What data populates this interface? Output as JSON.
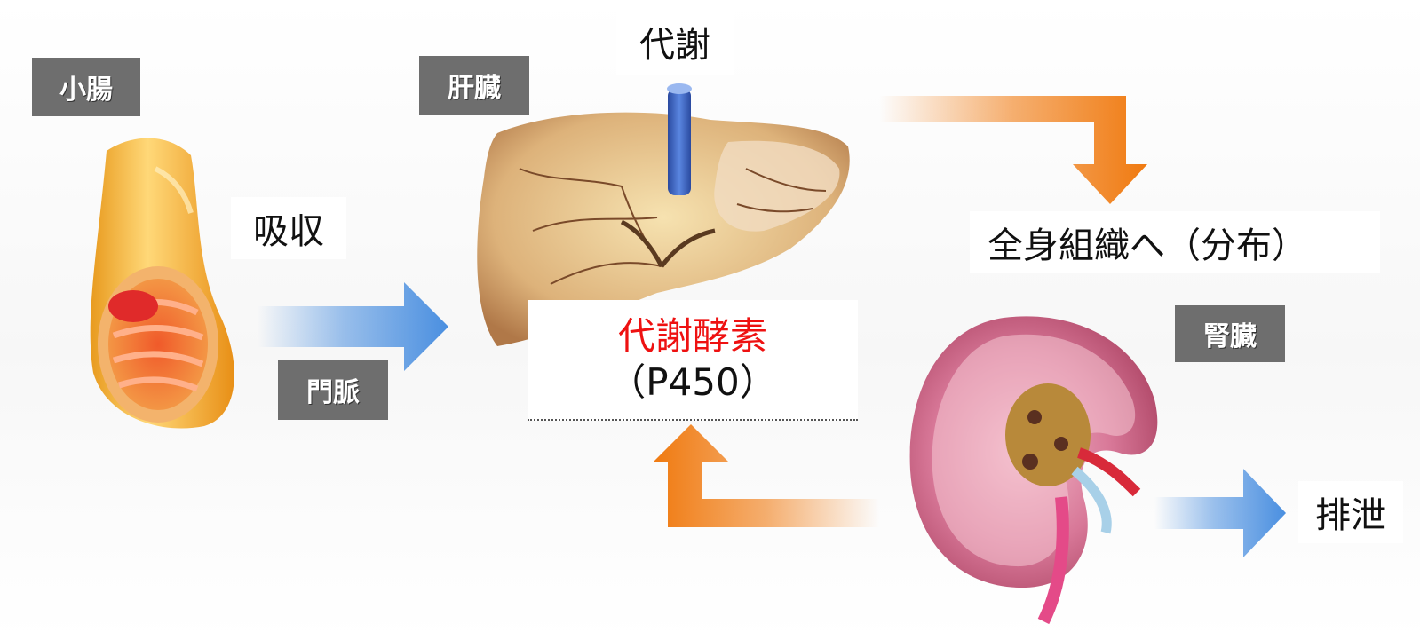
{
  "organs": {
    "small_intestine": "小腸",
    "liver": "肝臓",
    "kidney": "腎臓"
  },
  "labels": {
    "absorption": "吸収",
    "portal_vein": "門脈",
    "metabolism": "代謝",
    "distribution": "全身組織へ（分布）",
    "excretion": "排泄"
  },
  "enzyme": {
    "name": "代謝酵素",
    "sub": "（P450）"
  },
  "colors": {
    "flow_blue": "#4a8fe0",
    "flow_orange": "#f07a10",
    "tag_gray": "#6e6e6e",
    "enzyme_red": "#ee1111"
  }
}
